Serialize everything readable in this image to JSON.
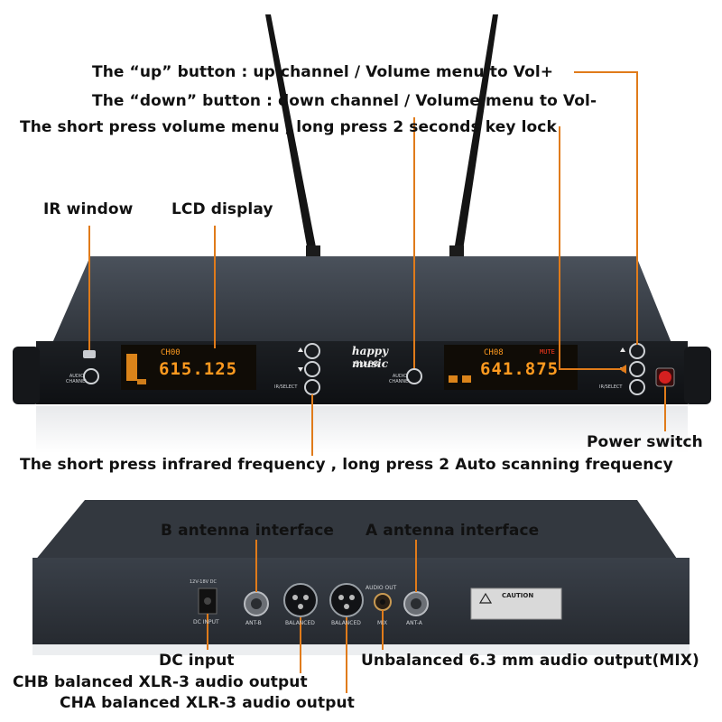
{
  "annotations": {
    "up_button": "The “up” button : up channel / Volume menu to Vol+",
    "down_button": "The “down” button : down channel / Volume menu to Vol-",
    "short_press_volume": "The short press  volume menu , long press 2 seconds key lock",
    "ir_window": "IR window",
    "lcd_display": "LCD display",
    "power_switch": "Power switch",
    "short_press_infrared": "The short press  infrared frequency , long press 2 Auto scanning frequency",
    "b_antenna": "B antenna interface",
    "a_antenna": "A antenna interface",
    "dc_input": "DC input",
    "unbalanced_output": "Unbalanced 6.3 mm audio output(MIX)",
    "chb_output": "CHB balanced XLR-3 audio output",
    "cha_output": "CHA balanced XLR-3 audio output"
  },
  "front_panel": {
    "brand": "happy music",
    "model": "SU-38",
    "audio_channel_label": "AUDIO CHANNEL",
    "ir_select_label": "IR/SELECT",
    "lcd_left": {
      "top": "CH00",
      "freq": "615.125"
    },
    "lcd_right": {
      "top": "CH08",
      "freq": "641.875",
      "mute": "MUTE"
    }
  },
  "rear_panel": {
    "dc_input_label": "DC INPUT",
    "dc_voltage": "12V-18V DC",
    "ant_b_label": "ANT-B",
    "ant_a_label": "ANT-A",
    "balanced_b_label": "BALANCED",
    "balanced_a_label": "BALANCED",
    "audio_out_label": "AUDIO OUT",
    "mix_label": "MIX",
    "caution_label": "CAUTION"
  },
  "colors": {
    "annotation_line": "#e07b1a",
    "chassis": "#2c3036",
    "chassis_top": "#3a4049",
    "lcd_glow": "#ff9a1f",
    "power_led": "#d42020"
  }
}
